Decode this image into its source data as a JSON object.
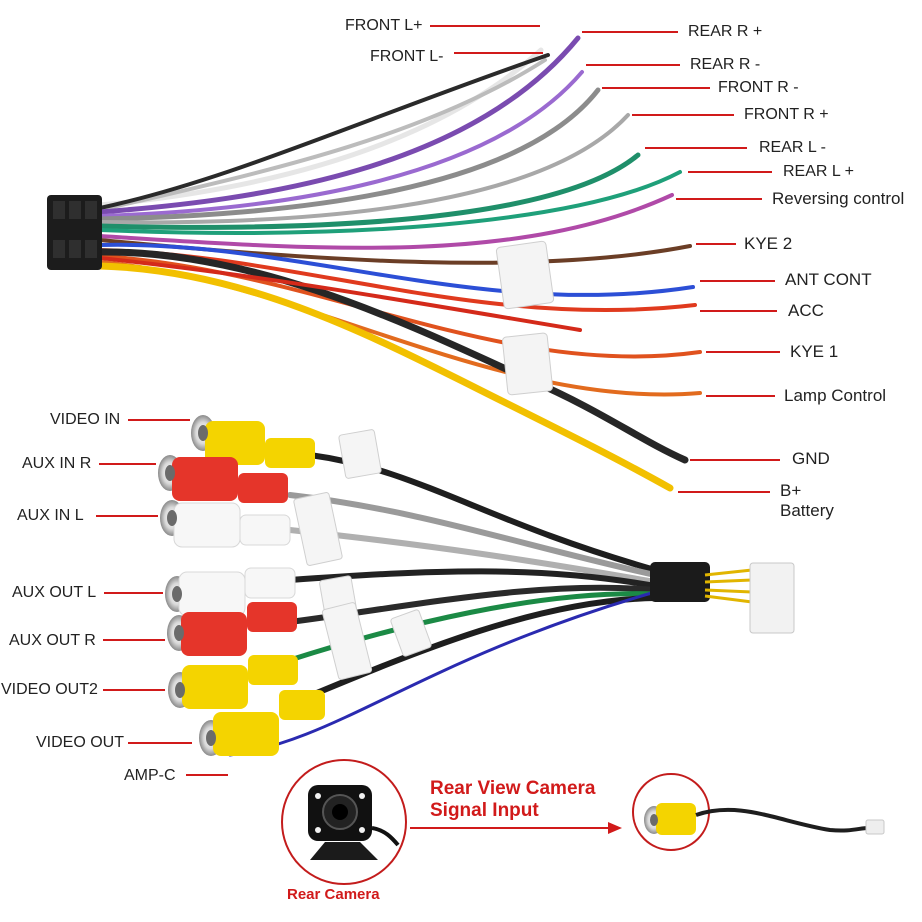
{
  "labels": {
    "front_l_plus": "FRONT L+",
    "front_l_minus": "FRONT L-",
    "rear_r_plus": "REAR R +",
    "rear_r_minus": "REAR R -",
    "front_r_minus": "FRONT R -",
    "front_r_plus": "FRONT R +",
    "rear_l_minus": "REAR L -",
    "rear_l_plus": "REAR L +",
    "reversing_control": "Reversing control",
    "kye2": "KYE 2",
    "ant_cont": "ANT CONT",
    "acc": "ACC",
    "kye1": "KYE 1",
    "lamp_control": "Lamp Control",
    "gnd": "GND",
    "b_plus": "B+",
    "battery": "Battery",
    "video_in": "VIDEO IN",
    "aux_in_r": "AUX IN R",
    "aux_in_l": "AUX  IN L",
    "aux_out_l": "AUX OUT L",
    "aux_out_r": "AUX OUT R",
    "video_out2": "VIDEO OUT2",
    "video_out": "VIDEO OUT",
    "amp_c": "AMP-C"
  },
  "camera": {
    "title_line1": "Rear View Camera",
    "title_line2": "Signal Input",
    "label": "Rear Camera"
  },
  "colors": {
    "callout": "#d11a1a",
    "connector": "#1a1a1a"
  }
}
